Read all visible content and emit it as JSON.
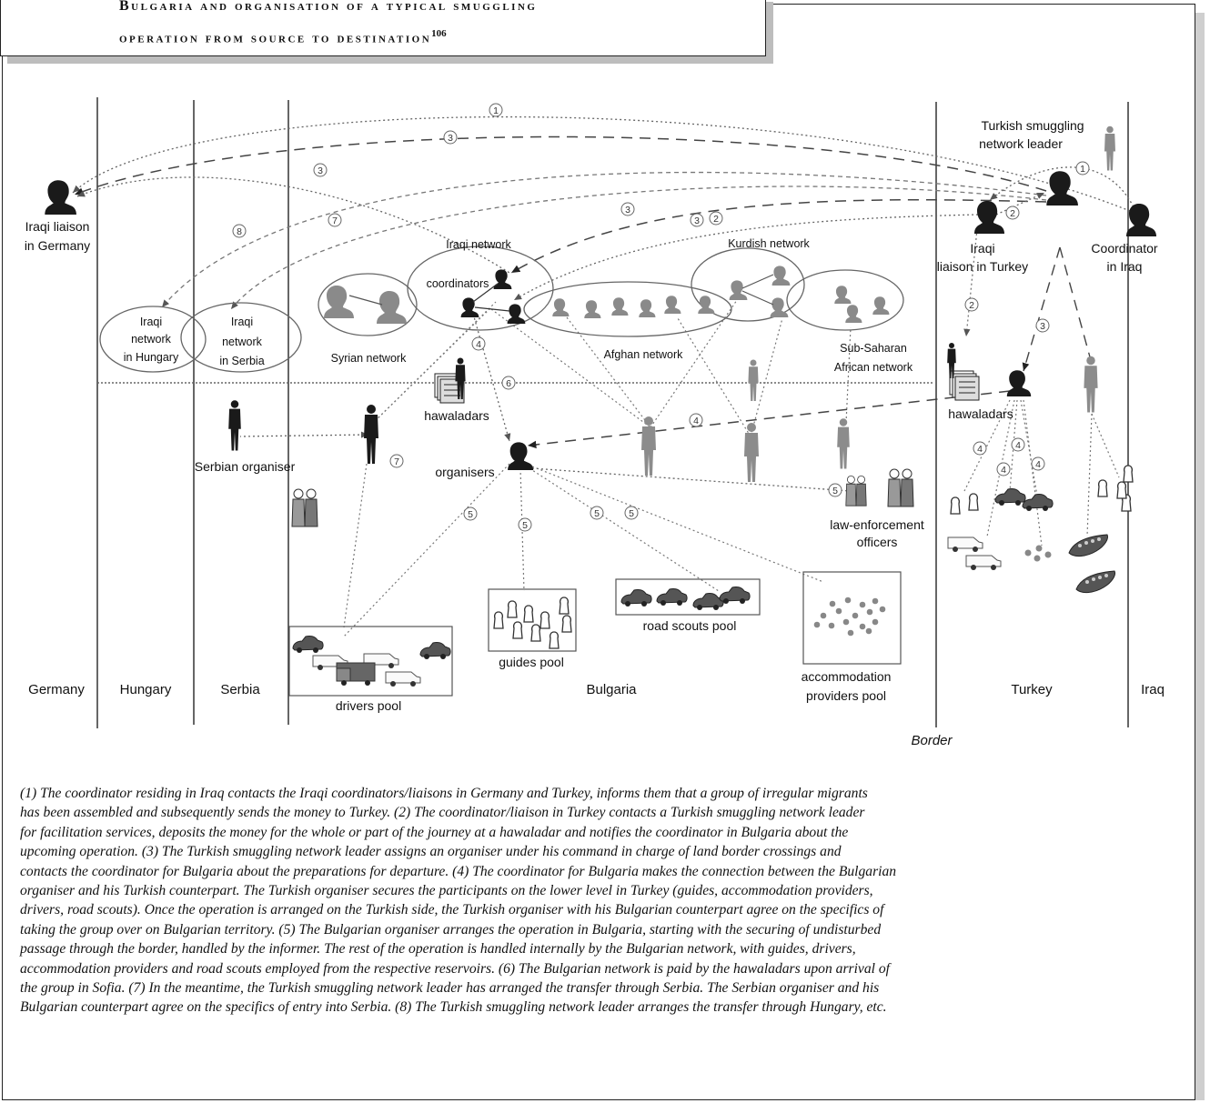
{
  "title": {
    "line1": "Bulgaria and organisation of a typical smuggling",
    "line2": "operation from source to destination",
    "footnote": "106"
  },
  "countries": {
    "germany": "Germany",
    "hungary": "Hungary",
    "serbia": "Serbia",
    "bulgaria": "Bulgaria",
    "turkey": "Turkey",
    "iraq": "Iraq"
  },
  "border_label": "Border",
  "actors": {
    "iraqi_liaison_germany": [
      "Iraqi liaison",
      "in Germany"
    ],
    "turkish_leader": [
      "Turkish smuggling",
      "network leader"
    ],
    "iraqi_liaison_turkey": [
      "Iraqi",
      "liaison in Turkey"
    ],
    "coordinator_iraq": [
      "Coordinator",
      "in Iraq"
    ],
    "iraqi_network_hungary": [
      "Iraqi",
      "network",
      "in Hungary"
    ],
    "iraqi_network_serbia": [
      "Iraqi",
      "network",
      "in Serbia"
    ],
    "iraqi_network": "Iraqi network",
    "coordinators": "coordinators",
    "kurdish_network": "Kurdish network",
    "syrian_network": "Syrian network",
    "afghan_network": "Afghan network",
    "sub_saharan_network": [
      "Sub-Saharan",
      "African network"
    ],
    "hawaladars_bg": "hawaladars",
    "hawaladars_tr": "hawaladars",
    "serbian_organiser": "Serbian organiser",
    "organisers": "organisers",
    "law_enforcement": [
      "law-enforcement",
      "officers"
    ]
  },
  "pools": {
    "drivers": "drivers pool",
    "guides": "guides pool",
    "road_scouts": "road scouts pool",
    "accommodation": [
      "accommodation",
      "providers pool"
    ]
  },
  "step_numbers": [
    "1",
    "2",
    "3",
    "4",
    "5",
    "6",
    "7",
    "8"
  ],
  "caption_lines": [
    "(1) The coordinator residing in Iraq contacts the Iraqi coordinators/liaisons in Germany and Turkey, informs them that a group of irregular migrants",
    "has been assembled and subsequently sends the money to Turkey. (2) The coordinator/liaison in Turkey contacts a Turkish smuggling network leader",
    "for facilitation services, deposits the money for the whole or part of the journey at a hawaladar and notifies the coordinator in Bulgaria about the",
    "upcoming operation. (3) The Turkish smuggling network leader assigns an organiser under his command in charge of land border crossings and",
    "contacts the coordinator for Bulgaria about the preparations for departure. (4) The coordinator for Bulgaria makes the connection between the Bulgarian",
    "organiser and his Turkish counterpart. The Turkish organiser secures the participants on the lower level in Turkey (guides, accommodation providers,",
    "drivers, road scouts). Once the operation is arranged on the Turkish side, the Turkish organiser with his Bulgarian counterpart agree on the specifics of",
    "taking the group over on Bulgarian territory. (5) The Bulgarian organiser arranges the operation in Bulgaria, starting with the securing of undisturbed",
    "passage through the border, handled by the informer. The rest of the operation is handled internally by the Bulgarian network, with guides, drivers,",
    "accommodation providers and road scouts employed from the respective reservoirs. (6) The Bulgarian network is paid by the hawaladars upon arrival of",
    "the group in Sofia. (7) In the meantime, the Turkish smuggling network leader has arranged the transfer through Serbia. The Serbian organiser and his",
    "Bulgarian counterpart agree on the specifics of entry into Serbia. (8) The Turkish smuggling network leader arranges the transfer through Hungary, etc."
  ]
}
